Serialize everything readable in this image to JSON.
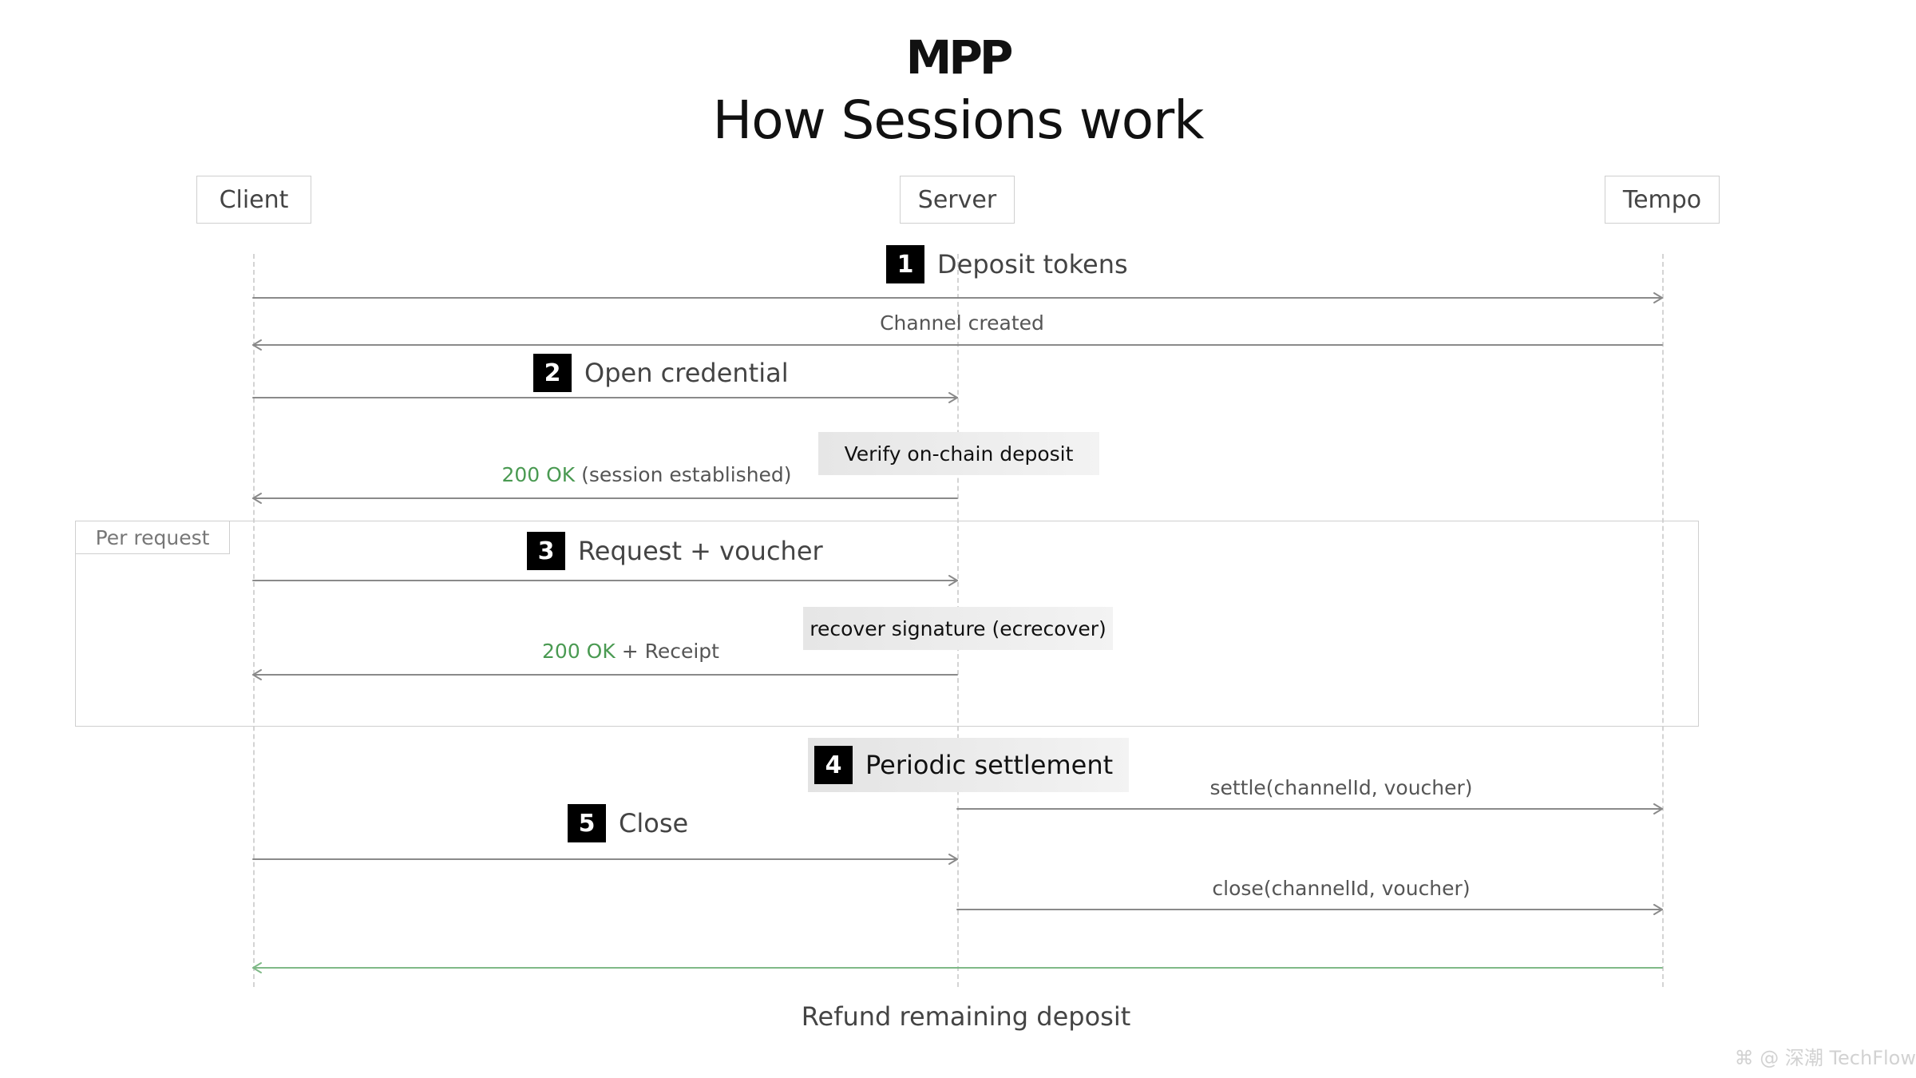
{
  "header": {
    "logo": "MPP",
    "title": "How Sessions work"
  },
  "actors": {
    "client": "Client",
    "server": "Server",
    "tempo": "Tempo"
  },
  "loop": {
    "label": "Per request"
  },
  "steps": [
    {
      "number": "1",
      "label": "Deposit tokens"
    },
    {
      "number": "2",
      "label": "Open credential"
    },
    {
      "number": "3",
      "label": "Request + voucher"
    },
    {
      "number": "4",
      "label": "Periodic settlement"
    },
    {
      "number": "5",
      "label": "Close"
    }
  ],
  "messages": {
    "channel_created": "Channel created",
    "session_ok": "200 OK",
    "session_rest": " (session established)",
    "receipt_ok": "200 OK",
    "receipt_rest": " + Receipt",
    "settle": "settle(channelId, voucher)",
    "close": "close(channelId, voucher)",
    "refund": "Refund remaining deposit"
  },
  "notes": {
    "verify": "Verify on-chain deposit",
    "recover": "recover signature (ecrecover)"
  },
  "colors": {
    "ok_green": "#4a9a52",
    "arrow_gray": "#8a8a8a",
    "badge_black": "#000000"
  },
  "watermark": "⌘ @ 深潮 TechFlow"
}
